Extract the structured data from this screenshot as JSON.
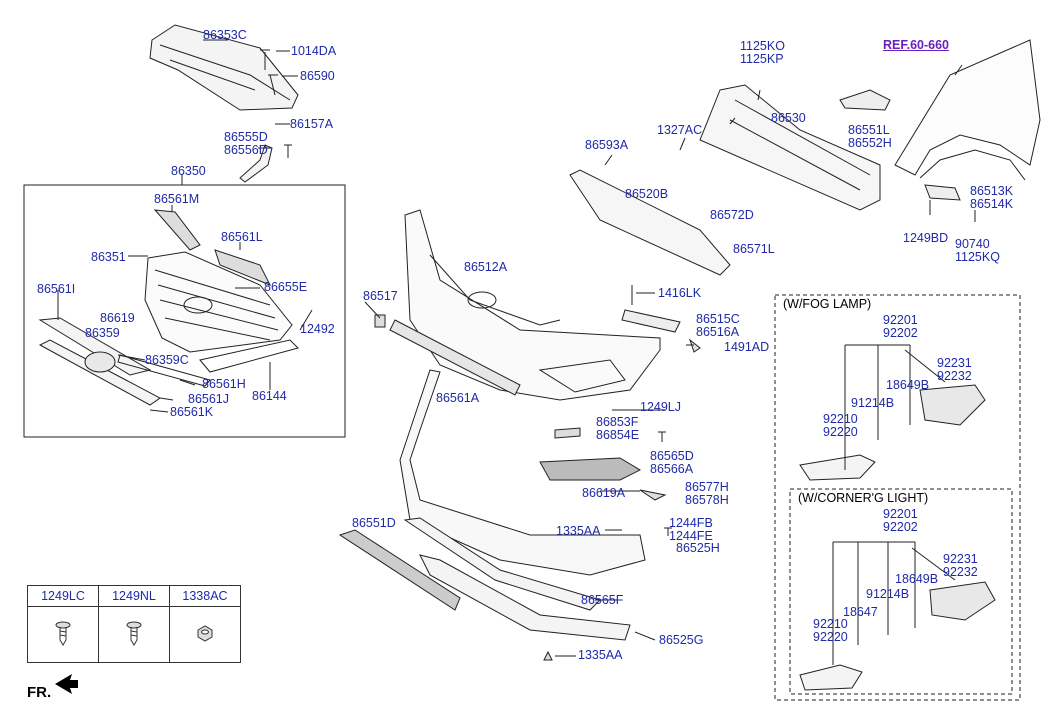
{
  "labels": {
    "l86353C": "86353C",
    "l1014DA": "1014DA",
    "l86590": "86590",
    "l86157A": "86157A",
    "l86555D": "86555D\n86556D",
    "l86350": "86350",
    "l86561M": "86561M",
    "l86561L": "86561L",
    "l86351": "86351",
    "l86655E": "86655E",
    "l86561I": "86561I",
    "l86619a": "86619",
    "l86359": "86359",
    "l12492": "12492",
    "l86359C": "86359C",
    "l86561H": "86561H",
    "l86144": "86144",
    "l86561J": "86561J",
    "l86561K": "86561K",
    "l1125KO": "1125KO\n1125KP",
    "l86530": "86530",
    "l1327AC": "1327AC",
    "l86593A": "86593A",
    "l86551L": "86551L\n86552H",
    "l86520B": "86520B",
    "l86572D": "86572D",
    "l86571L": "86571L",
    "l86513K": "86513K\n86514K",
    "l1249BD": "1249BD",
    "l90740": "90740\n1125KQ",
    "l86512A": "86512A",
    "l86517": "86517",
    "l1416LK": "1416LK",
    "l86515C": "86515C\n86516A",
    "l1491AD": "1491AD",
    "l86561A": "86561A",
    "l1249LJ": "1249LJ",
    "l86853F": "86853F\n86854E",
    "l86565D": "86565D\n86566A",
    "l86619A": "86619A",
    "l86577H": "86577H\n86578H",
    "l86551D": "86551D",
    "l1335AAt": "1335AA",
    "l1244FB": "1244FB\n1244FE",
    "l86525H": "86525H",
    "l86565F": "86565F",
    "l86525G": "86525G",
    "l1335AAb": "1335AA",
    "f92201": "92201\n92202",
    "f92231": "92231\n92232",
    "f18649B": "18649B",
    "f91214B": "91214B",
    "f92210": "92210\n92220",
    "c92201": "92201\n92202",
    "c92231": "92231\n92232",
    "c18649B": "18649B",
    "c91214B": "91214B",
    "c18647": "18647",
    "c92210": "92210\n92220"
  },
  "ref_label": "REF.60-660",
  "fog_box_title": "(W/FOG LAMP)",
  "corner_box_title": "(W/CORNER'G LIGHT)",
  "fastener_table": {
    "headers": [
      "1249LC",
      "1249NL",
      "1338AC"
    ],
    "icons": [
      "screw-icon",
      "screw-icon",
      "nut-icon"
    ]
  },
  "front_marker": "FR."
}
